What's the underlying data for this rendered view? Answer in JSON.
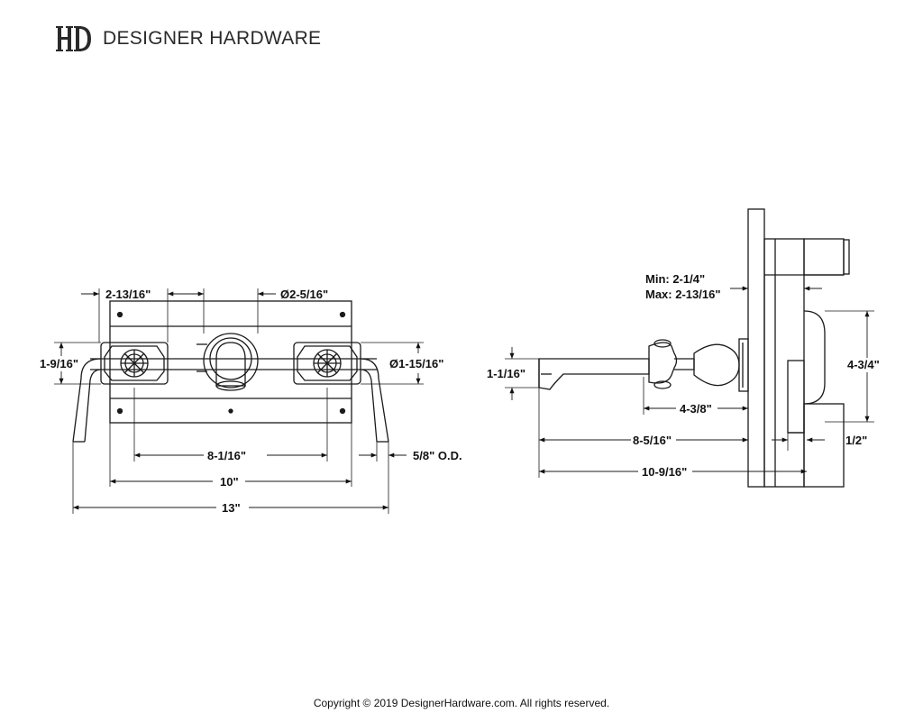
{
  "header": {
    "brand_name": "DESIGNER HARDWARE",
    "logo_icon": "hd-monogram-icon"
  },
  "front_view": {
    "dims": {
      "handle_offset": "2-13/16\"",
      "spout_flange_dia": "Ø2-5/16\"",
      "handle_height": "1-9/16\"",
      "handle_flange_dia": "Ø1-15/16\"",
      "handle_spacing": "8-1/16\"",
      "plate_width": "10\"",
      "overall_width": "13\"",
      "pipe_od": "5/8\" O.D."
    }
  },
  "side_view": {
    "dims": {
      "wall_depth": "Min: 2-1/4\"\nMax: 2-13/16\"",
      "spout_height": "1-1/16\"",
      "spout_body": "4-3/8\"",
      "spout_reach": "8-5/16\"",
      "overall_depth": "10-9/16\"",
      "valve_height": "4-3/4\"",
      "valve_offset": "1/2\""
    }
  },
  "footer": {
    "copyright": "Copyright © 2019 DesignerHardware.com. All rights reserved."
  },
  "colors": {
    "line": "#1a1a1a",
    "background": "#ffffff"
  }
}
